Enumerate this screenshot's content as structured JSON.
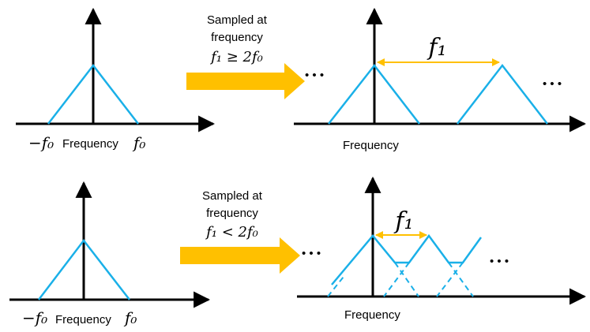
{
  "top": {
    "caption_line1": "Sampled at",
    "caption_line2": "frequency",
    "condition": "f₁ ≥ 2f₀",
    "left_axis_label": "Frequency",
    "left_neg_tick": "−f₀",
    "left_pos_tick": "f₀",
    "right_axis_label": "Frequency",
    "period_label": "f₁",
    "ellipsis_left": "• • •",
    "ellipsis_right": "• • •"
  },
  "bottom": {
    "caption_line1": "Sampled at",
    "caption_line2": "frequency",
    "condition": "f₁ < 2f₀",
    "left_axis_label": "Frequency",
    "left_neg_tick": "−f₀",
    "left_pos_tick": "f₀",
    "right_axis_label": "Frequency",
    "period_label": "f₁",
    "ellipsis_left": "• • •",
    "ellipsis_right": "• • •"
  },
  "colors": {
    "spectrum": "#1ab0e8",
    "arrow": "#ffc000",
    "period_arrow": "#ffc000",
    "axes": "#000000"
  }
}
